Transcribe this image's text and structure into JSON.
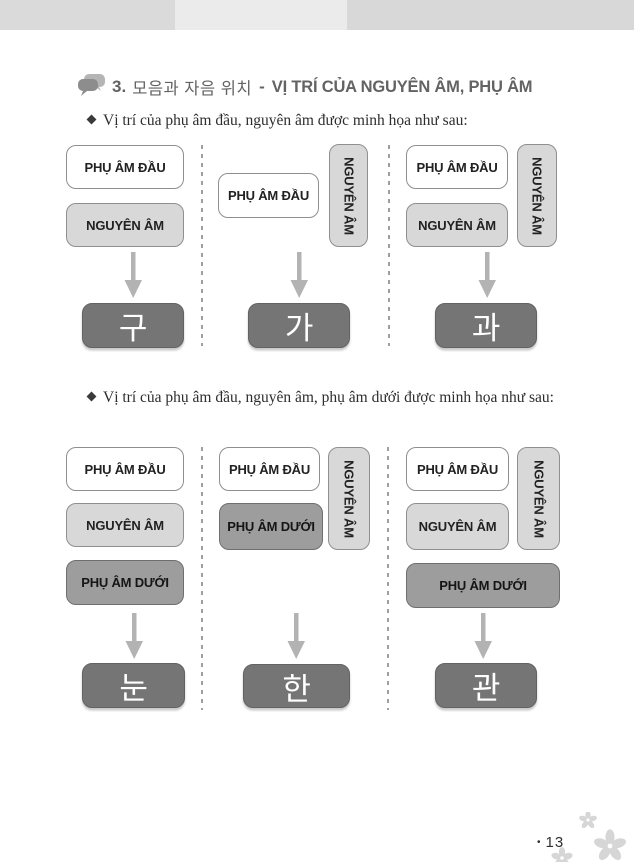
{
  "header": {
    "number": "3.",
    "korean_title": "모음과 자음 위치",
    "separator": "-",
    "viet_title": "VỊ TRÍ CỦA NGUYÊN ÂM, PHỤ ÂM"
  },
  "intro": {
    "bullet1": "Vị trí của phụ âm đầu, nguyên âm được minh họa như sau:",
    "bullet2": "Vị trí của phụ âm đầu, nguyên âm, phụ âm dưới được minh họa như sau:"
  },
  "labels": {
    "initial": "PHỤ ÂM ĐẦU",
    "vowel": "NGUYÊN ÂM",
    "final": "PHỤ ÂM DƯỚI"
  },
  "syllables": {
    "row1": [
      "구",
      "가",
      "과"
    ],
    "row2": [
      "눈",
      "한",
      "관"
    ]
  },
  "footer": {
    "dot": "•",
    "page_number": "13"
  },
  "colors": {
    "box_light": "#d8d8d8",
    "box_medium": "#9d9d9d",
    "box_dark": "#757575",
    "title_gray": "#636363",
    "arrow": "#b3b3b3",
    "topbar_dark": "#dadada",
    "topbar_light": "#ebebeb"
  }
}
